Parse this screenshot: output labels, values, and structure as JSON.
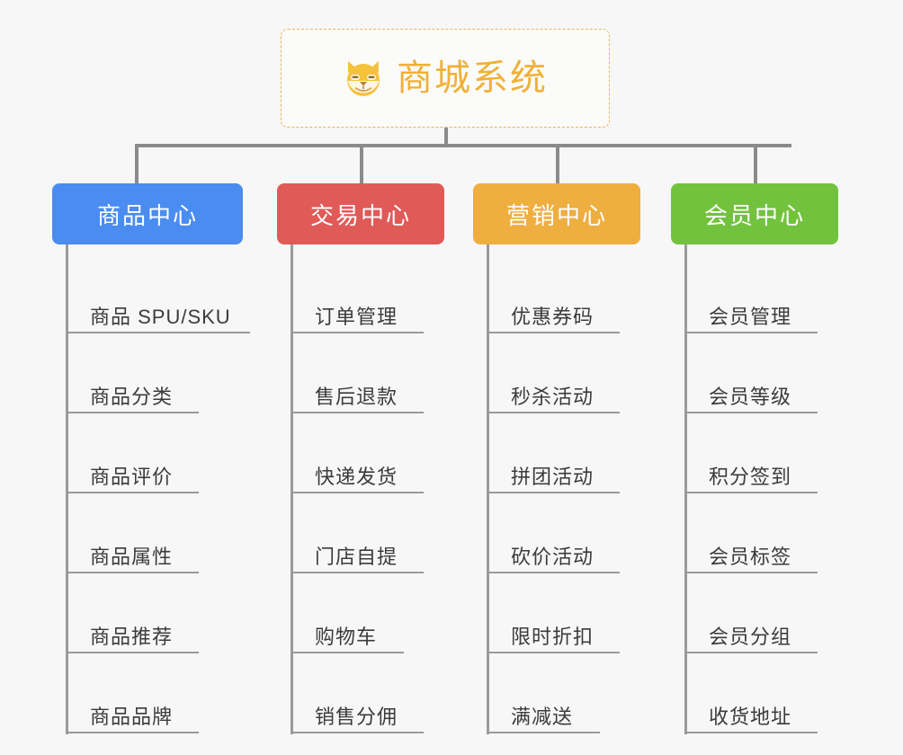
{
  "root": {
    "title": "商城系统",
    "icon": "shiba-dog-face-icon",
    "border_color": "#e8b45a",
    "text_color": "#f0b138"
  },
  "colors": {
    "background": "#f7f7f7",
    "connector": "#8b8b8b",
    "spine": "#9a9a9a",
    "leaf_text": "#3b3b3b",
    "blue": "#4a8cf0",
    "red": "#e05a58",
    "orange": "#eeae40",
    "green": "#72c23e"
  },
  "columns": [
    {
      "title": "商品中心",
      "color": "#4a8cf0",
      "items": [
        {
          "label": "商品 SPU/SKU",
          "underline_width": 205
        },
        {
          "label": "商品分类",
          "underline_width": 148
        },
        {
          "label": "商品评价",
          "underline_width": 148
        },
        {
          "label": "商品属性",
          "underline_width": 148
        },
        {
          "label": "商品推荐",
          "underline_width": 148
        },
        {
          "label": "商品品牌",
          "underline_width": 148
        }
      ]
    },
    {
      "title": "交易中心",
      "color": "#e05a58",
      "items": [
        {
          "label": "订单管理",
          "underline_width": 148
        },
        {
          "label": "售后退款",
          "underline_width": 148
        },
        {
          "label": "快递发货",
          "underline_width": 148
        },
        {
          "label": "门店自提",
          "underline_width": 148
        },
        {
          "label": "购物车",
          "underline_width": 126
        },
        {
          "label": "销售分佣",
          "underline_width": 148
        }
      ]
    },
    {
      "title": "营销中心",
      "color": "#eeae40",
      "items": [
        {
          "label": "优惠券码",
          "underline_width": 148
        },
        {
          "label": "秒杀活动",
          "underline_width": 148
        },
        {
          "label": "拼团活动",
          "underline_width": 148
        },
        {
          "label": "砍价活动",
          "underline_width": 148
        },
        {
          "label": "限时折扣",
          "underline_width": 148
        },
        {
          "label": "满减送",
          "underline_width": 126
        }
      ]
    },
    {
      "title": "会员中心",
      "color": "#72c23e",
      "items": [
        {
          "label": "会员管理",
          "underline_width": 148
        },
        {
          "label": "会员等级",
          "underline_width": 148
        },
        {
          "label": "积分签到",
          "underline_width": 148
        },
        {
          "label": "会员标签",
          "underline_width": 148
        },
        {
          "label": "会员分组",
          "underline_width": 148
        },
        {
          "label": "收货地址",
          "underline_width": 148
        }
      ]
    }
  ],
  "connector_drop_positions": [
    150,
    400,
    618,
    838
  ]
}
